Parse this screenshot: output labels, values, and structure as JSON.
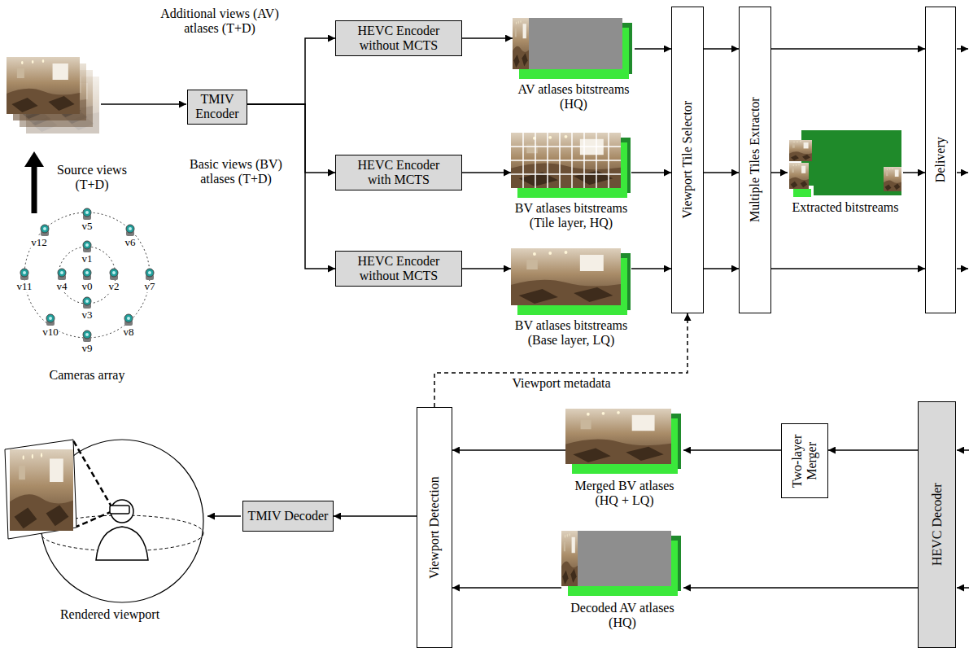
{
  "diagram": {
    "nodes": [
      {
        "text": [
          "TMIV Encoder"
        ]
      },
      {
        "text": [
          "HEVC Encoder without MCTS"
        ]
      },
      {
        "text": [
          "HEVC Encoder with MCTS"
        ]
      },
      {
        "text": [
          "HEVC Encoder without MCTS"
        ]
      },
      {
        "text": [
          "AV atlases bitstreams (HQ)"
        ]
      },
      {
        "text": [
          "BV atlases bitstreams (Tile layer, HQ)"
        ]
      },
      {
        "text": [
          "BV atlases bitstreams (Base layer, LQ)"
        ]
      },
      {
        "text": [
          "Viewport Tile Selector"
        ]
      },
      {
        "text": [
          "Multiple Tiles Extractor"
        ]
      },
      {
        "text": [
          "Extracted bitstreams"
        ]
      },
      {
        "text": [
          "Delivery"
        ]
      },
      {
        "text": [
          "HEVC Decoder"
        ]
      },
      {
        "text": [
          "Two-layer Merger"
        ]
      },
      {
        "text": [
          "Merged BV atlases (HQ + LQ)"
        ]
      },
      {
        "text": [
          "Decoded AV atlases (HQ)"
        ]
      },
      {
        "text": [
          "Viewport Detection"
        ]
      },
      {
        "text": [
          "TMIV Decoder"
        ]
      }
    ],
    "edges": [
      {
        "from": 0,
        "to": 1,
        "arrow": "to"
      },
      {
        "from": 0,
        "to": 2,
        "arrow": "to"
      },
      {
        "from": 0,
        "to": 3,
        "arrow": "to"
      },
      {
        "from": 1,
        "to": 4,
        "arrow": "to"
      },
      {
        "from": 2,
        "to": 5,
        "arrow": "to"
      },
      {
        "from": 3,
        "to": 6,
        "arrow": "to"
      },
      {
        "from": 4,
        "to": 7,
        "arrow": "to"
      },
      {
        "from": 5,
        "to": 7,
        "arrow": "to"
      },
      {
        "from": 6,
        "to": 7,
        "arrow": "to"
      },
      {
        "from": 7,
        "to": 8,
        "arrow": "to"
      },
      {
        "from": 7,
        "to": 8,
        "arrow": "to"
      },
      {
        "from": 7,
        "to": 8,
        "arrow": "to"
      },
      {
        "from": 8,
        "to": 10,
        "arrow": "to"
      },
      {
        "from": 8,
        "to": 9,
        "arrow": "to"
      },
      {
        "from": 9,
        "to": 10,
        "arrow": "to"
      },
      {
        "from": 8,
        "to": 10,
        "arrow": "to"
      },
      {
        "from": 11,
        "to": 12,
        "arrow": "to"
      },
      {
        "from": 12,
        "to": 13,
        "arrow": "to"
      },
      {
        "from": 13,
        "to": 15,
        "arrow": "to"
      },
      {
        "from": 11,
        "to": 14,
        "arrow": "to"
      },
      {
        "from": 14,
        "to": 15,
        "arrow": "to"
      },
      {
        "from": 15,
        "to": 16,
        "arrow": "to"
      },
      {
        "from": 15,
        "to": 7,
        "label": "Viewport metadata",
        "arrow": "to"
      }
    ],
    "labels": [
      "Additional views (AV) atlases (T+D)",
      "Basic views (BV) atlases (T+D)",
      "Source views (T+D)",
      "v5",
      "v12",
      "v6",
      "v1",
      "v11",
      "v4",
      "v0",
      "v2",
      "v7",
      "v3",
      "v10",
      "v8",
      "v9",
      "Cameras array",
      "Rendered viewport"
    ]
  }
}
